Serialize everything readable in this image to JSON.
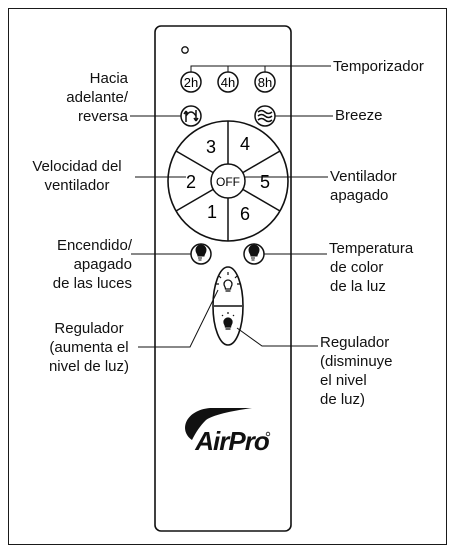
{
  "remote": {
    "buttons": {
      "timer": [
        "2h",
        "4h",
        "8h"
      ],
      "speeds": [
        "3",
        "4",
        "5",
        "6",
        "1",
        "2"
      ],
      "off": "OFF"
    },
    "brand": "AirPro"
  },
  "labels": {
    "temporizador": "Temporizador",
    "reverse": [
      "Hacia",
      "adelante/",
      "reversa"
    ],
    "breeze": "Breeze",
    "speed": [
      "Velocidad del",
      "ventilador"
    ],
    "fan_off": [
      "Ventilador",
      "apagado"
    ],
    "light_toggle": [
      "Encendido/",
      "apagado",
      "de las luces"
    ],
    "color_temp": [
      "Temperatura",
      "de color",
      "de la luz"
    ],
    "dim_up": [
      "Regulador",
      "(aumenta el",
      "nivel de luz)"
    ],
    "dim_down": [
      "Regulador",
      "(disminuye",
      "el nivel",
      "de luz)"
    ]
  }
}
